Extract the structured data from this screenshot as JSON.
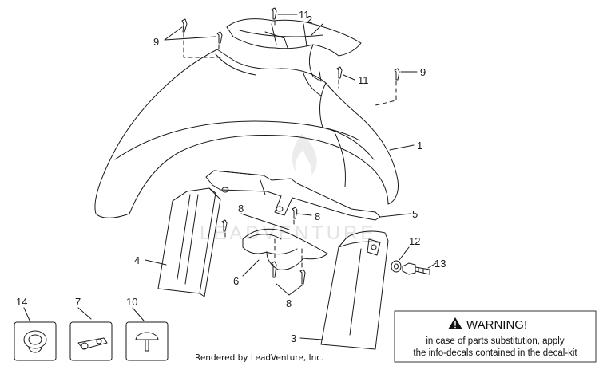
{
  "callouts": {
    "c1": "1",
    "c2": "2",
    "c3": "3",
    "c4": "4",
    "c5": "5",
    "c6": "6",
    "c7": "7",
    "c8a": "8",
    "c8b": "8",
    "c8c": "8",
    "c9a": "9",
    "c9b": "9",
    "c10": "10",
    "c11a": "11",
    "c11b": "11",
    "c12": "12",
    "c13": "13",
    "c14": "14"
  },
  "warning": {
    "title": "WARNING!",
    "line1": "in case of parts substitution, apply",
    "line2": "the info-decals contained in the decal-kit"
  },
  "footer": {
    "rendered_by": "Rendered by LeadVenture, Inc."
  },
  "watermark": {
    "text": "LEADVENTURE"
  },
  "colors": {
    "line": "#1a1a1a",
    "watermark": "#e3e3e3"
  }
}
